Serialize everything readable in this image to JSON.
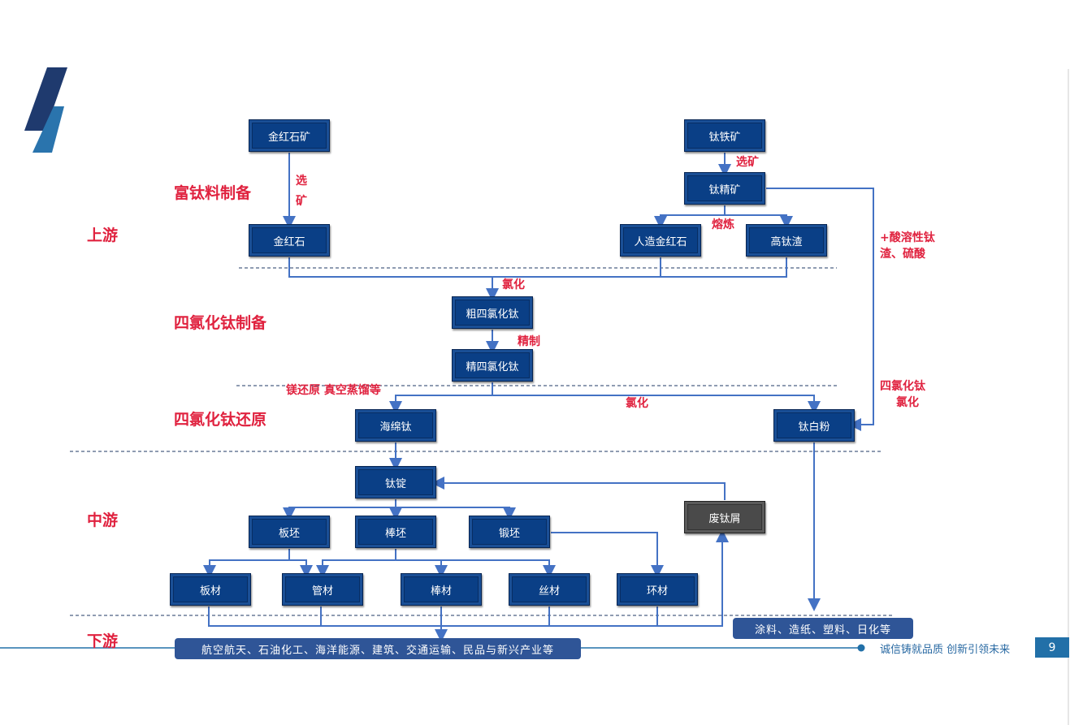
{
  "stages": {
    "rich_ti": "富钛料制备",
    "upstream": "上游",
    "ticl4_prep": "四氯化钛制备",
    "ticl4_reduce": "四氯化钛还原",
    "midstream": "中游",
    "downstream": "下游"
  },
  "nodes": {
    "rutile_ore": "金红石矿",
    "ilmenite": "钛铁矿",
    "ti_concentrate": "钛精矿",
    "rutile": "金红石",
    "synthetic_rutile": "人造金红石",
    "high_ti_slag": "高钛渣",
    "crude_ticl4": "粗四氯化钛",
    "refined_ticl4": "精四氯化钛",
    "sponge_ti": "海绵钛",
    "tio2": "钛白粉",
    "ti_ingot": "钛锭",
    "ti_scrap": "废钛屑",
    "slab": "板坯",
    "bar_billet": "棒坯",
    "forging_billet": "锻坯",
    "plate": "板材",
    "tube": "管材",
    "bar": "棒材",
    "wire": "丝材",
    "ring": "环材"
  },
  "process_labels": {
    "beneficiation_1a": "选",
    "beneficiation_1b": "矿",
    "beneficiation_2": "选矿",
    "smelting": "熔炼",
    "acid_line1": "+酸溶性钛",
    "acid_line2": "渣、硫酸",
    "chlorination_1": "氯化",
    "refining": "精制",
    "mg_reduction": "镁还原  真空蒸馏等",
    "chlorination_2": "氯化",
    "ticl4_chlor_1": "四氯化钛",
    "ticl4_chlor_2": "氯化"
  },
  "applications": {
    "main": "航空航天、石油化工、海洋能源、建筑、交通运输、民品与新兴产业等",
    "tio2_uses": "涂料、造纸、塑料、日化等"
  },
  "footer": {
    "slogan": "诚信铸就品质  创新引领未来",
    "page": "9"
  },
  "colors": {
    "box": "#0a3f86",
    "accent_red": "#e0223f",
    "line": "#4472c4"
  }
}
